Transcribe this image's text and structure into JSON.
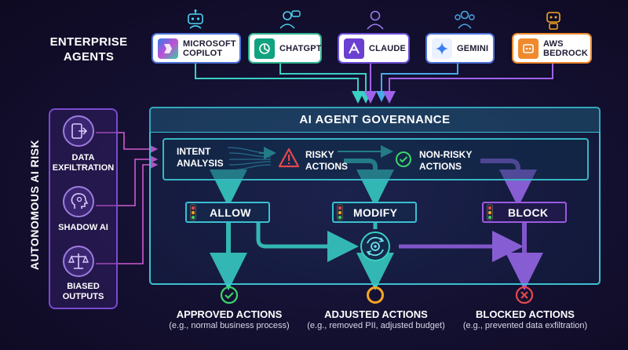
{
  "enterprise_title": "ENTERPRISE\nAGENTS",
  "agents": [
    {
      "label": "MICROSOFT\nCOPILOT",
      "icon": "copilot-icon"
    },
    {
      "label": "CHATGPT",
      "icon": "chatgpt-icon"
    },
    {
      "label": "CLAUDE",
      "icon": "claude-icon"
    },
    {
      "label": "GEMINI",
      "icon": "gemini-icon"
    },
    {
      "label": "AWS\nBEDROCK",
      "icon": "bedrock-icon"
    }
  ],
  "risk": {
    "title": "AUTONOMOUS AI RISK",
    "items": [
      {
        "label": "DATA\nEXFILTRATION",
        "icon": "exfiltration-icon"
      },
      {
        "label": "SHADOW AI",
        "icon": "shadow-ai-icon"
      },
      {
        "label": "BIASED\nOUTPUTS",
        "icon": "scales-icon"
      }
    ]
  },
  "governance": {
    "title": "AI AGENT GOVERNANCE",
    "intent": "INTENT\nANALYSIS",
    "risky": "RISKY\nACTIONS",
    "non_risky": "NON-RISKY\nACTIONS"
  },
  "actions": {
    "allow": "ALLOW",
    "modify": "MODIFY",
    "block": "BLOCK"
  },
  "outcomes": [
    {
      "title": "APPROVED ACTIONS",
      "sub": "(e.g., normal business process)"
    },
    {
      "title": "ADJUSTED ACTIONS",
      "sub": "(e.g., removed PII, adjusted budget)"
    },
    {
      "title": "BLOCKED ACTIONS",
      "sub": "(e.g., prevented data exfiltration)"
    }
  ],
  "colors": {
    "teal": "#3ad0c4",
    "purple": "#9a5ae0",
    "orange": "#f5a623",
    "green": "#3bd46b",
    "red": "#e5484d"
  }
}
